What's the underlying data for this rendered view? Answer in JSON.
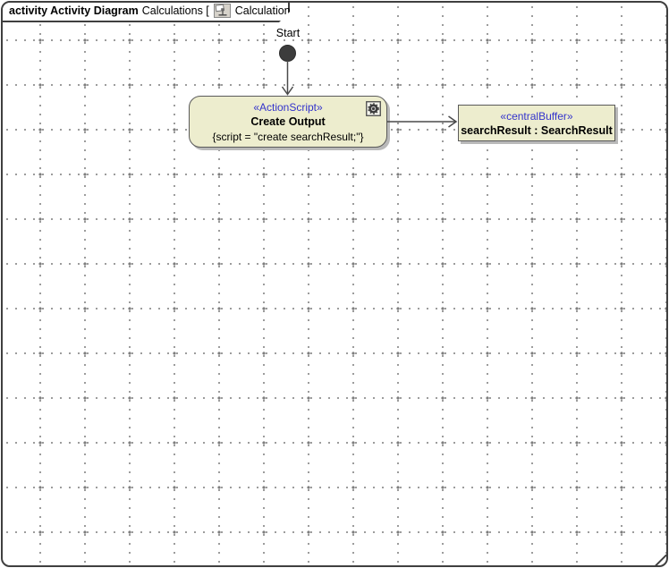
{
  "frame_header": {
    "keyword_and_name": "activity Activity Diagram",
    "context_text": "Calculations [",
    "diagram_ref_text": "Calculations ]",
    "icon": "activity-diagram-icon"
  },
  "nodes": {
    "initial": {
      "label": "Start"
    },
    "action": {
      "stereotype": "«ActionScript»",
      "name": "Create Output",
      "script_constraint": "{script = \"create searchResult;\"}",
      "corner_icon": "gear-icon"
    },
    "central_buffer": {
      "stereotype": "«centralBuffer»",
      "name": "searchResult : SearchResult"
    }
  },
  "edges": {
    "start_to_action": {
      "type": "control-flow",
      "from": "initial",
      "to": "action"
    },
    "action_to_buffer": {
      "type": "object-flow",
      "from": "action",
      "to": "central_buffer"
    }
  },
  "colors": {
    "node_fill": "#ededce",
    "node_border": "#5a5a5a",
    "stereotype_blue": "#3333cc",
    "frame_border": "#3f3f3f",
    "shadow": "#b9b9b9",
    "grid_dot": "#949494"
  }
}
